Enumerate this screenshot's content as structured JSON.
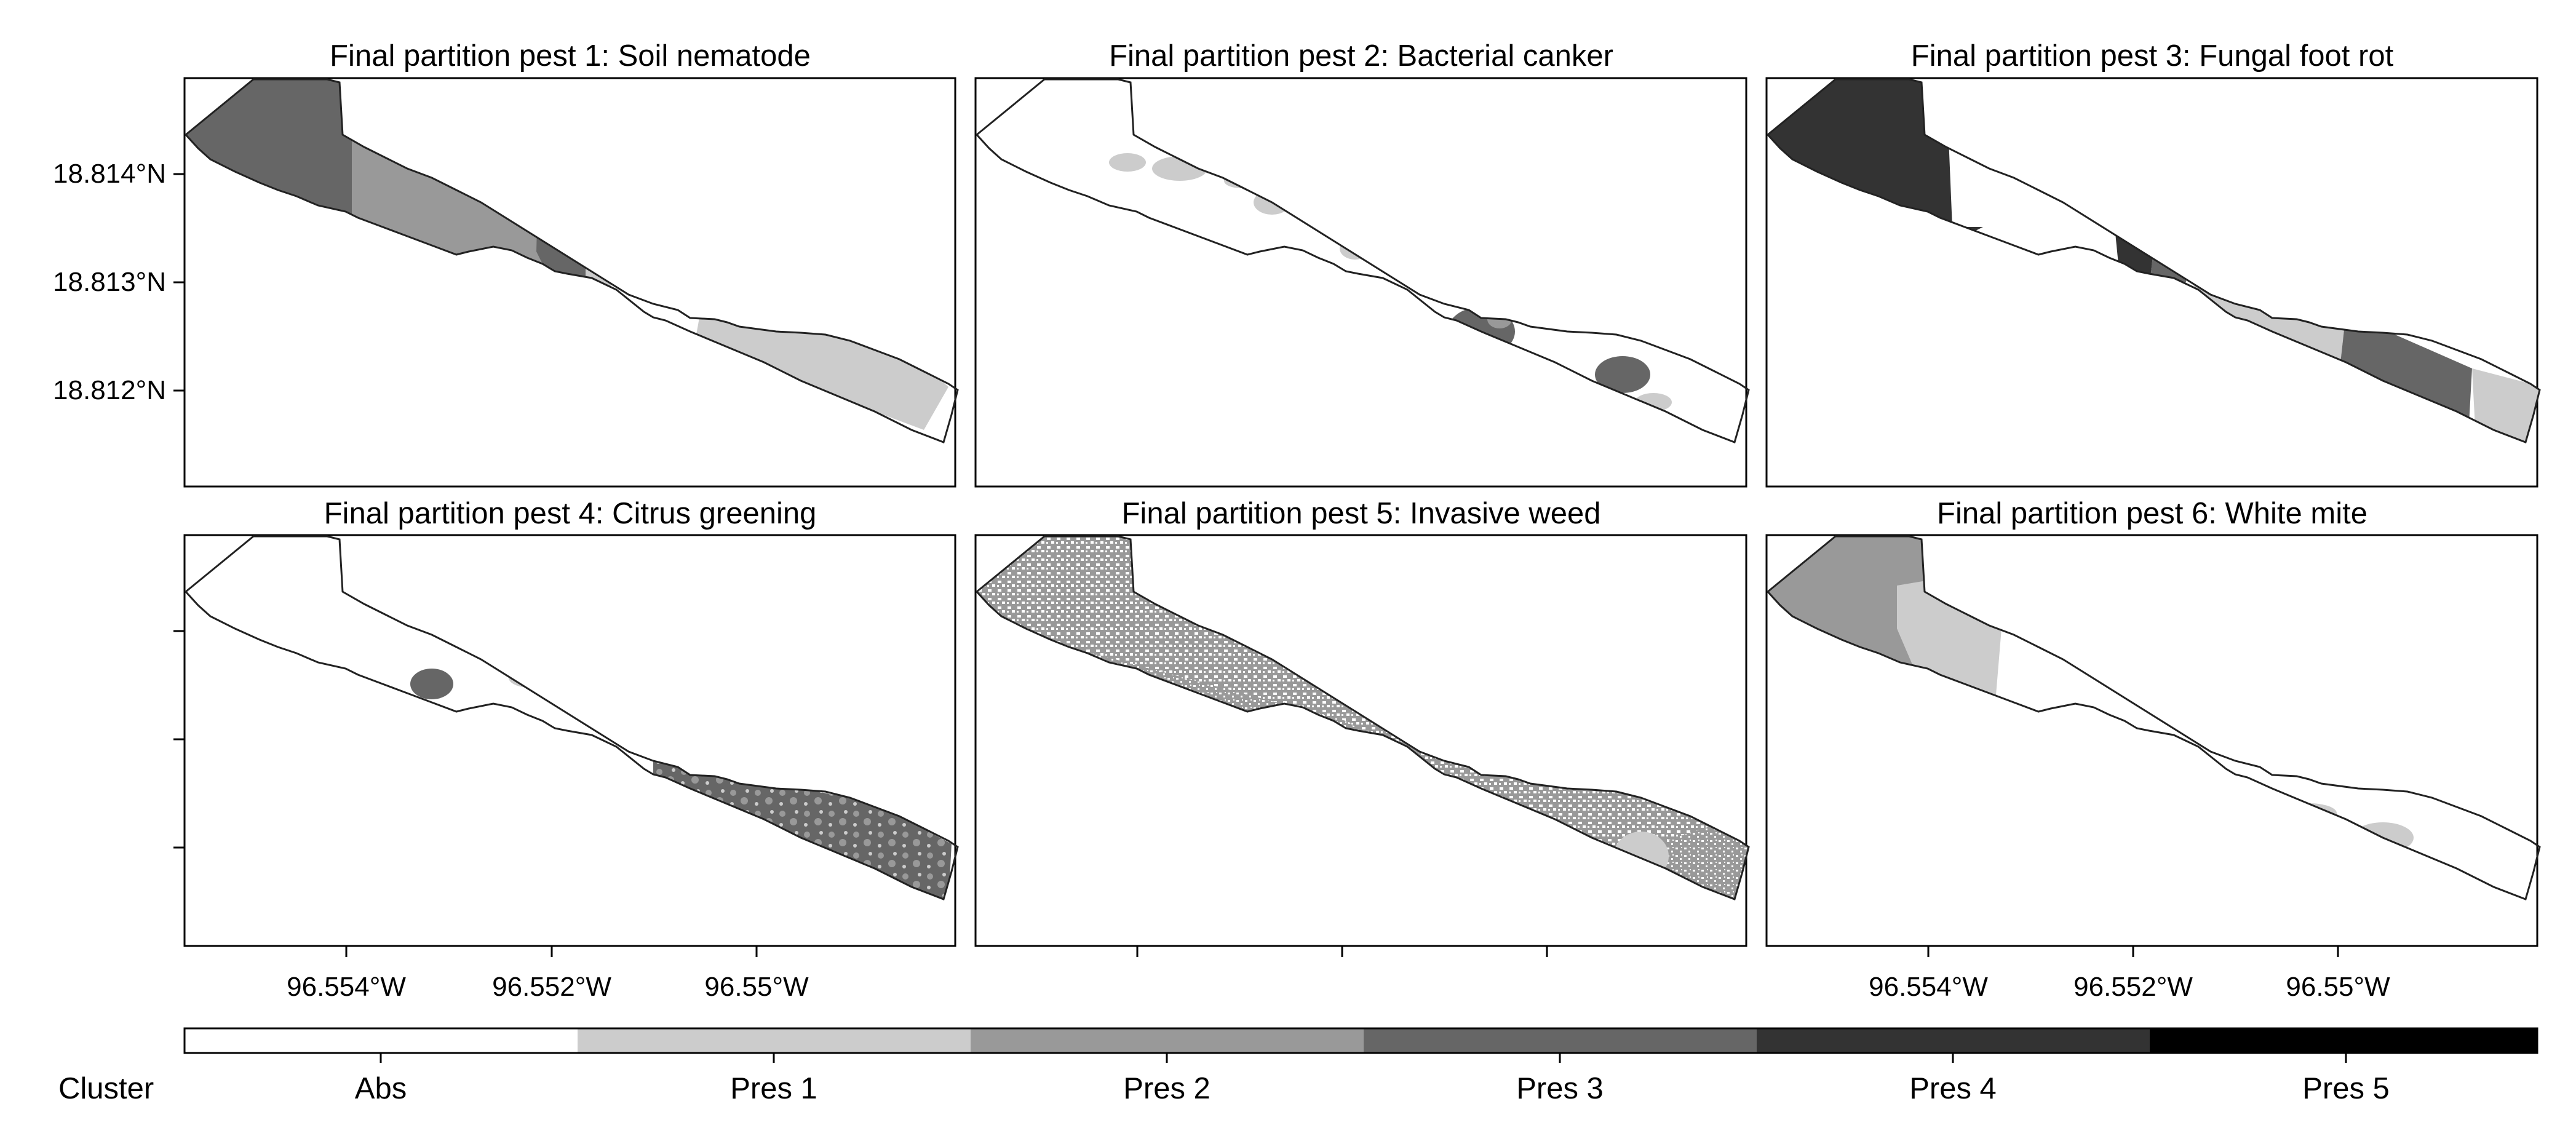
{
  "panels": [
    {
      "title": "Final partition pest 1: Soil nematode"
    },
    {
      "title": "Final partition pest 2: Bacterial canker"
    },
    {
      "title": "Final partition pest 3: Fungal foot rot"
    },
    {
      "title": "Final partition pest 4: Citrus greening"
    },
    {
      "title": "Final partition pest 5: Invasive weed"
    },
    {
      "title": "Final partition pest 6: White mite"
    }
  ],
  "axes": {
    "latitude_ticks": [
      "18.814°N",
      "18.813°N",
      "18.812°N"
    ],
    "longitude_ticks": [
      "96.554°W",
      "96.552°W",
      "96.55°W"
    ]
  },
  "legend": {
    "title": "Cluster",
    "classes": [
      {
        "label": "Abs",
        "color": "#ffffff"
      },
      {
        "label": "Pres 1",
        "color": "#cccccc"
      },
      {
        "label": "Pres 2",
        "color": "#999999"
      },
      {
        "label": "Pres 3",
        "color": "#666666"
      },
      {
        "label": "Pres 4",
        "color": "#333333"
      },
      {
        "label": "Pres 5",
        "color": "#000000"
      }
    ]
  }
}
